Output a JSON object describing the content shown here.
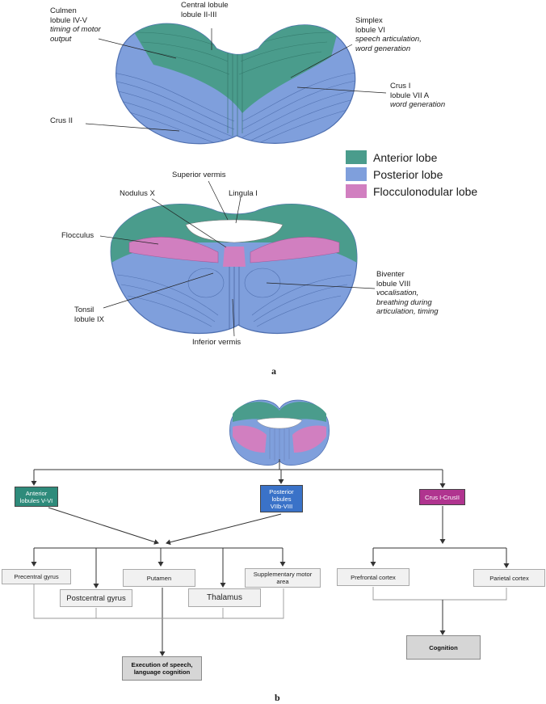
{
  "colors": {
    "anterior": "#4a9c8c",
    "posterior": "#7f9fdc",
    "flocculonodular": "#d17fc0",
    "anterior_box": "#2e8b7b",
    "posterior_box": "#3a72c8",
    "crus_box": "#b0348f"
  },
  "panel_a": {
    "letter": "a",
    "top_labels": {
      "culmen": [
        "Culmen",
        "lobule IV-V"
      ],
      "culmen_fn": [
        "timing of motor",
        "output"
      ],
      "central": [
        "Central lobule",
        "lobule II-III"
      ],
      "simplex": [
        "Simplex",
        "lobule VI"
      ],
      "simplex_fn": [
        "speech articulation,",
        "word generation"
      ],
      "crus1": [
        "Crus I",
        "lobule VII A"
      ],
      "crus1_fn": "word generation",
      "crus2": "Crus II"
    },
    "legend": [
      {
        "label": "Anterior lobe",
        "color": "#4a9c8c"
      },
      {
        "label": "Posterior lobe",
        "color": "#7f9fdc"
      },
      {
        "label": "Flocculonodular lobe",
        "color": "#d17fc0"
      }
    ],
    "bottom_labels": {
      "superior_vermis": "Superior vermis",
      "nodulus": "Nodulus X",
      "lingula": "Lingula I",
      "flocculus": "Flocculus",
      "biventer": [
        "Biventer",
        "lobule VIII"
      ],
      "biventer_fn": [
        "vocalisation,",
        "breathing during",
        "articulation, timing"
      ],
      "tonsil": [
        "Tonsil",
        "lobule IX"
      ],
      "inferior_vermis": "Inferior vermis"
    }
  },
  "panel_b": {
    "letter": "b",
    "boxes": {
      "anterior": [
        "Anterior",
        "lobules V-VI"
      ],
      "posterior": [
        "Posterior",
        "lobules",
        "VIIb-VIII"
      ],
      "crus": "Crus I-CrusII",
      "precentral": "Precentral gyrus",
      "postcentral": "Postcentral gyrus",
      "putamen": "Putamen",
      "thalamus": "Thalamus",
      "sma": [
        "Supplementary motor",
        "area"
      ],
      "prefrontal": "Prefrontal cortex",
      "parietal": "Parietal cortex",
      "execution": [
        "Execution of speech,",
        "language cognition"
      ],
      "cognition": "Cognition"
    }
  }
}
